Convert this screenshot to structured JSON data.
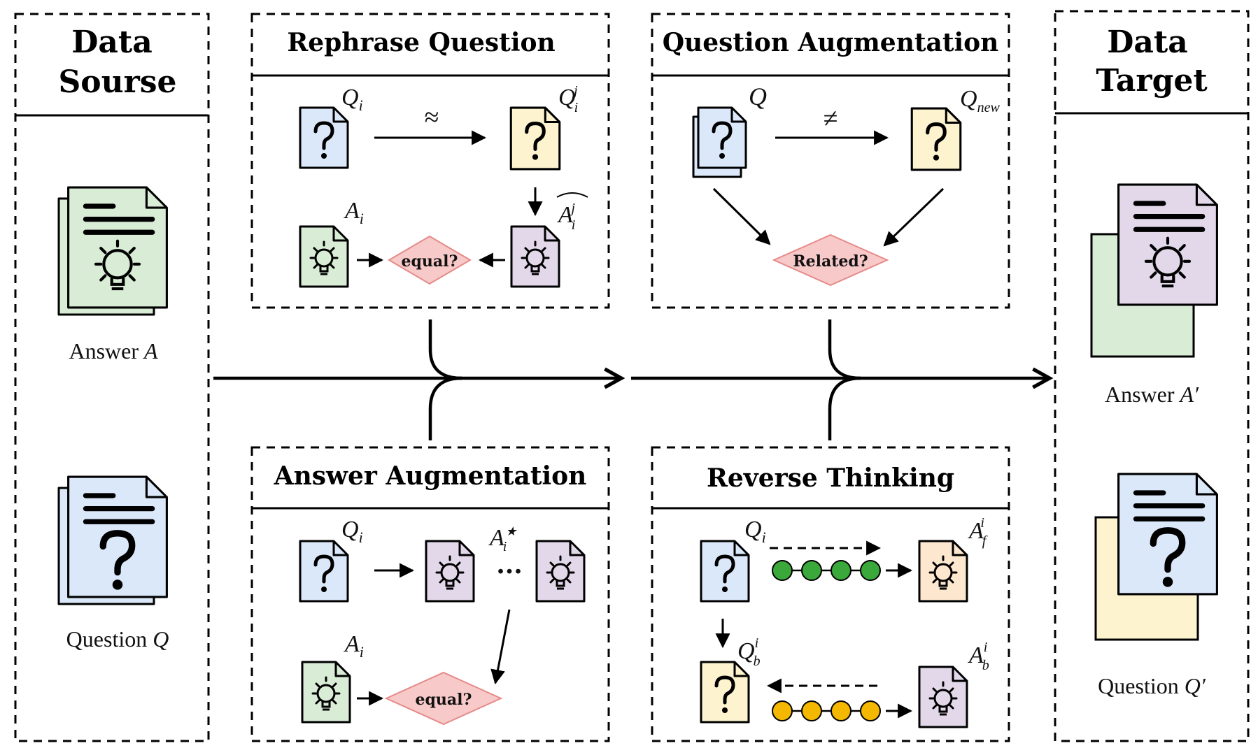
{
  "colors": {
    "question_blue": "#dbe8fa",
    "question_yellow": "#fdf3cf",
    "answer_green": "#d9ecd6",
    "answer_purple": "#e2d8ea",
    "answer_orange": "#fde7cf",
    "diamond_fill": "#f7c9c8",
    "diamond_stroke": "#e58a88",
    "chain_green": "#3aa83a",
    "chain_yellow": "#f5b800"
  },
  "source": {
    "title_line1": "Data",
    "title_line2": "Sourse",
    "answer_label": "Answer ",
    "answer_sym": "A",
    "question_label": "Question ",
    "question_sym": "Q"
  },
  "target": {
    "title_line1": "Data",
    "title_line2": "Target",
    "answer_label": "Answer ",
    "answer_sym": "A′",
    "question_label": "Question ",
    "question_sym": "Q′"
  },
  "rephrase": {
    "title": "Rephrase Question",
    "q_label": "Q",
    "q_sub": "i",
    "qj_label": "Q",
    "qj_sub": "i",
    "qj_sup": "j",
    "approx": "≈",
    "a_label": "A",
    "a_sub": "i",
    "ahat_label": "A",
    "ahat_sub": "i",
    "ahat_sup": "j",
    "diamond": "equal?"
  },
  "qaug": {
    "title": "Question Augmentation",
    "q_label": "Q",
    "qnew_label": "Q",
    "qnew_sub": "new",
    "neq": "≠",
    "diamond": "Related?"
  },
  "aaug": {
    "title": "Answer Augmentation",
    "q_label": "Q",
    "q_sub": "i",
    "astar_label": "A",
    "astar_sub": "i",
    "astar_sup": "★",
    "ellipsis": "···",
    "a_label": "A",
    "a_sub": "i",
    "diamond": "equal?"
  },
  "reverse": {
    "title": "Reverse Thinking",
    "qi_label": "Q",
    "qi_sub": "i",
    "af_label": "A",
    "af_sub": "f",
    "af_sup": "i",
    "qb_label": "Q",
    "qb_sub": "b",
    "qb_sup": "i",
    "ab_label": "A",
    "ab_sub": "b",
    "ab_sup": "i"
  },
  "glyphs": {
    "question_mark": "?"
  }
}
